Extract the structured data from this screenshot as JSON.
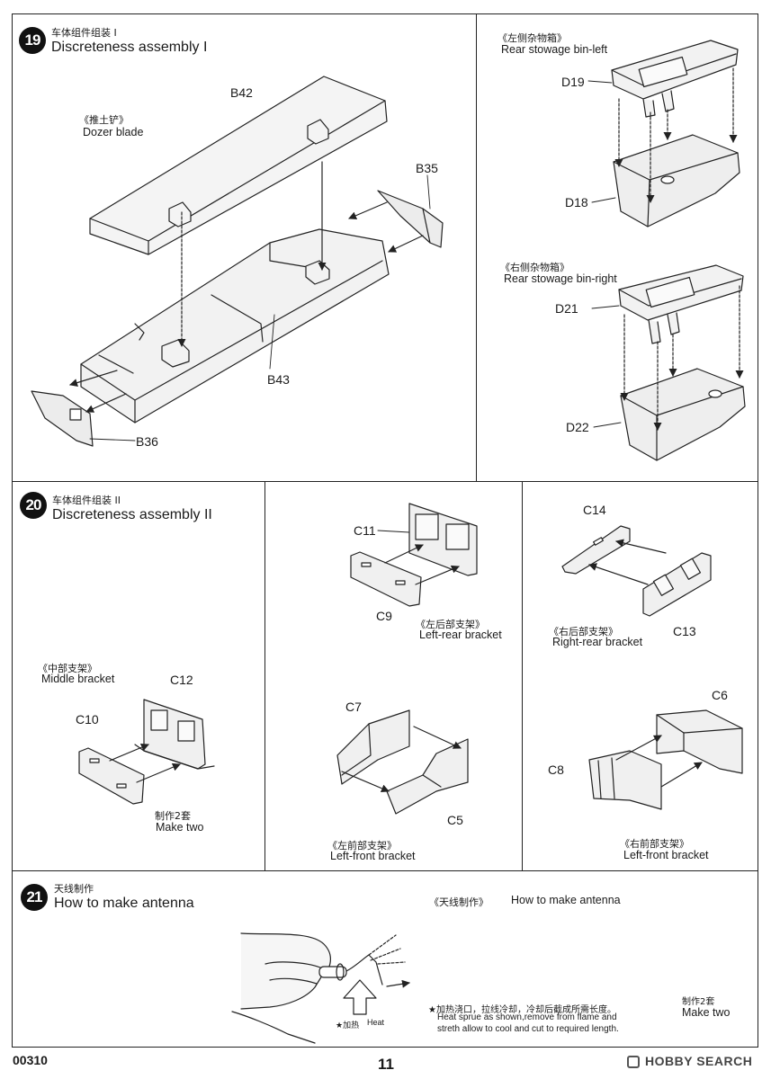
{
  "step19": {
    "number": "19",
    "title_cn": "车体组件组装 I",
    "title_en": "Discreteness assembly I",
    "dozer_cn": "《推土铲》",
    "dozer_en": "Dozer blade",
    "parts": {
      "b42": "B42",
      "b35": "B35",
      "b43": "B43",
      "b36": "B36"
    }
  },
  "stowage_left": {
    "cn": "《左侧杂物箱》",
    "en": "Rear stowage bin-left",
    "p1": "D19",
    "p2": "D18"
  },
  "stowage_right": {
    "cn": "《右侧杂物箱》",
    "en": "Rear stowage bin-right",
    "p1": "D21",
    "p2": "D22"
  },
  "step20": {
    "number": "20",
    "title_cn": "车体组件组装 II",
    "title_en": "Discreteness assembly II",
    "middle": {
      "cn": "《中部支架》",
      "en": "Middle bracket",
      "p1": "C12",
      "p2": "C10",
      "note_cn": "制作2套",
      "note_en": "Make two"
    },
    "left_rear": {
      "cn": "《左后部支架》",
      "en": "Left-rear bracket",
      "p1": "C11",
      "p2": "C9"
    },
    "right_rear": {
      "cn": "《右后部支架》",
      "en": "Right-rear bracket",
      "p1": "C14",
      "p2": "C13"
    },
    "left_front": {
      "cn": "《左前部支架》",
      "en": "Left-front bracket",
      "p1": "C7",
      "p2": "C5"
    },
    "right_front": {
      "cn": "《右前部支架》",
      "en": "Left-front bracket",
      "p1": "C6",
      "p2": "C8"
    }
  },
  "step21": {
    "number": "21",
    "title_cn": "天线制作",
    "title_en": "How to make antenna",
    "sub_cn": "《天线制作》",
    "sub_en": "How to make antenna",
    "heat_cn": "★加热",
    "heat_en": "Heat",
    "instr_cn": "★加热浇口，拉线冷却，冷却后截成所需长度。",
    "instr_en1": "Heat sprue as shown,remove from flame and",
    "instr_en2": "streth allow to cool and cut to required length.",
    "note_cn": "制作2套",
    "note_en": "Make two"
  },
  "footer": {
    "code": "00310",
    "page": "11",
    "watermark": "HOBBY SEARCH"
  }
}
